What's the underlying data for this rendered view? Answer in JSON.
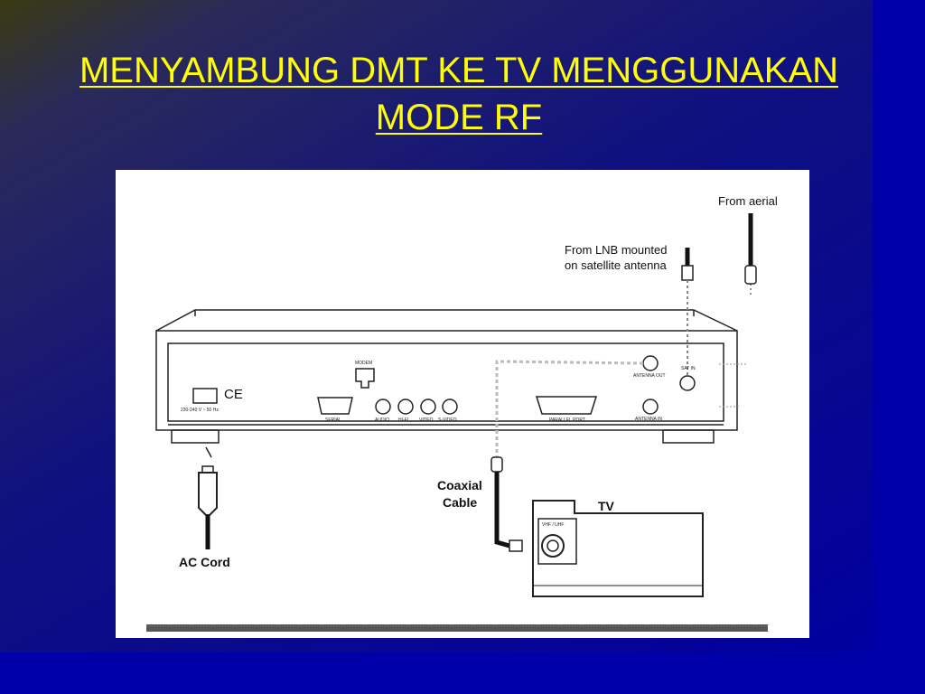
{
  "slide": {
    "title_line1": "MENYAMBUNG DMT KE TV MENGGUNAKAN",
    "title_line2": "MODE RF"
  },
  "diagram": {
    "from_aerial": "From aerial",
    "from_lnb_line1": "From LNB mounted",
    "from_lnb_line2": "on satellite antenna",
    "ce_mark": "CE",
    "power_rating": "230-240 V ~ 50 Hz",
    "modem": "MODEM",
    "serial": "SERIAL",
    "audio": "AUDIO",
    "hifi": "HI-FI",
    "video": "VIDEO",
    "s_video": "S-VIDEO",
    "parallel_port": "PARALLEL PORT",
    "antenna_out": "ANTENNA OUT",
    "sat_in": "SAT IN",
    "antenna_in": "ANTENNA IN",
    "coaxial_line1": "Coaxial",
    "coaxial_line2": "Cable",
    "tv": "TV",
    "vhf_uhf": "VHF / UHF",
    "ac_cord": "AC Cord"
  },
  "colors": {
    "background": "#0000a8",
    "title": "#ffff00",
    "figure_bg": "#ffffff"
  }
}
